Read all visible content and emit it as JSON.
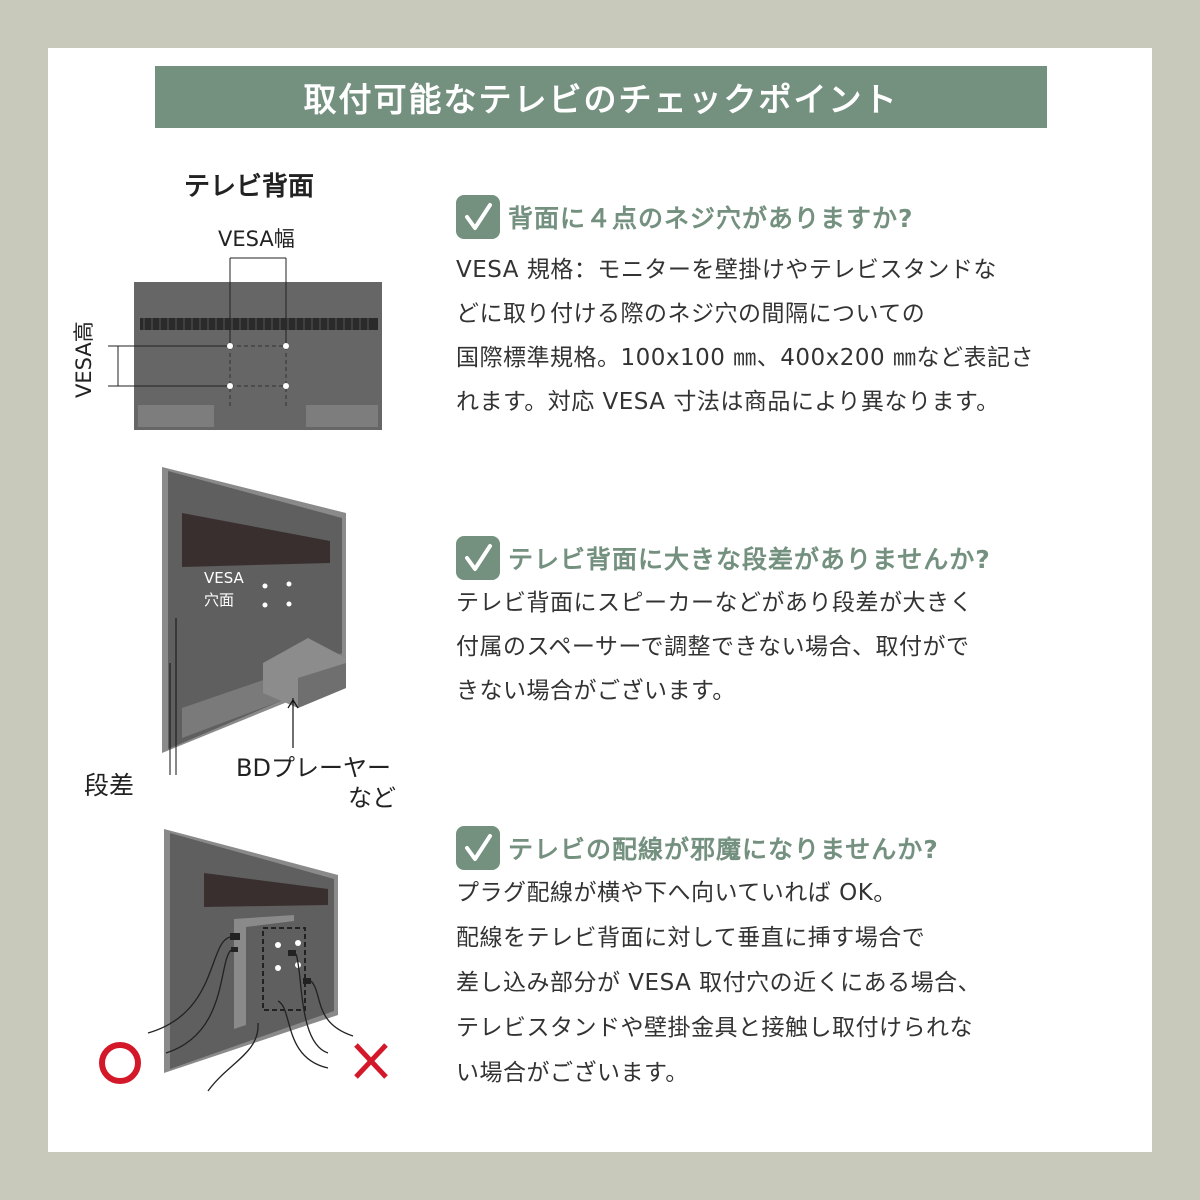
{
  "title": "取付可能なテレビのチェックポイント",
  "colors": {
    "accent": "#74907f",
    "frame": "#c9c9bb",
    "tv_dark": "#5f5f5f",
    "ok_red": "#d3182a"
  },
  "diagram1": {
    "heading": "テレビ背面",
    "width_label": "VESA幅",
    "height_label": "VESA高"
  },
  "diagram2": {
    "hole_label_line1": "VESA",
    "hole_label_line2": "穴面",
    "step_label": "段差",
    "player_label_line1": "BDプレーヤー",
    "player_label_line2": "など"
  },
  "diagram3": {
    "ok_icon": "circle-ok-icon",
    "ng_icon": "cross-ng-icon"
  },
  "checkpoints": [
    {
      "icon": "check-icon",
      "question": "背面に４点のネジ穴がありますか?",
      "lines": [
        "VESA 規格：モニターを壁掛けやテレビスタンドな",
        "どに取り付ける際のネジ穴の間隔についての",
        "国際標準規格。100x100 ㎜、400x200 ㎜など表記さ",
        "れます。対応 VESA 寸法は商品により異なります。"
      ]
    },
    {
      "icon": "check-icon",
      "question": "テレビ背面に大きな段差がありませんか?",
      "lines": [
        "テレビ背面にスピーカーなどがあり段差が大きく",
        "付属のスペーサーで調整できない場合、取付がで",
        "きない場合がございます。"
      ]
    },
    {
      "icon": "check-icon",
      "question": "テレビの配線が邪魔になりませんか?",
      "lines": [
        "プラグ配線が横や下へ向いていれば OK。",
        "配線をテレビ背面に対して垂直に挿す場合で",
        "差し込み部分が VESA 取付穴の近くにある場合、",
        "テレビスタンドや壁掛金具と接触し取付けられな",
        "い場合がございます。"
      ]
    }
  ]
}
